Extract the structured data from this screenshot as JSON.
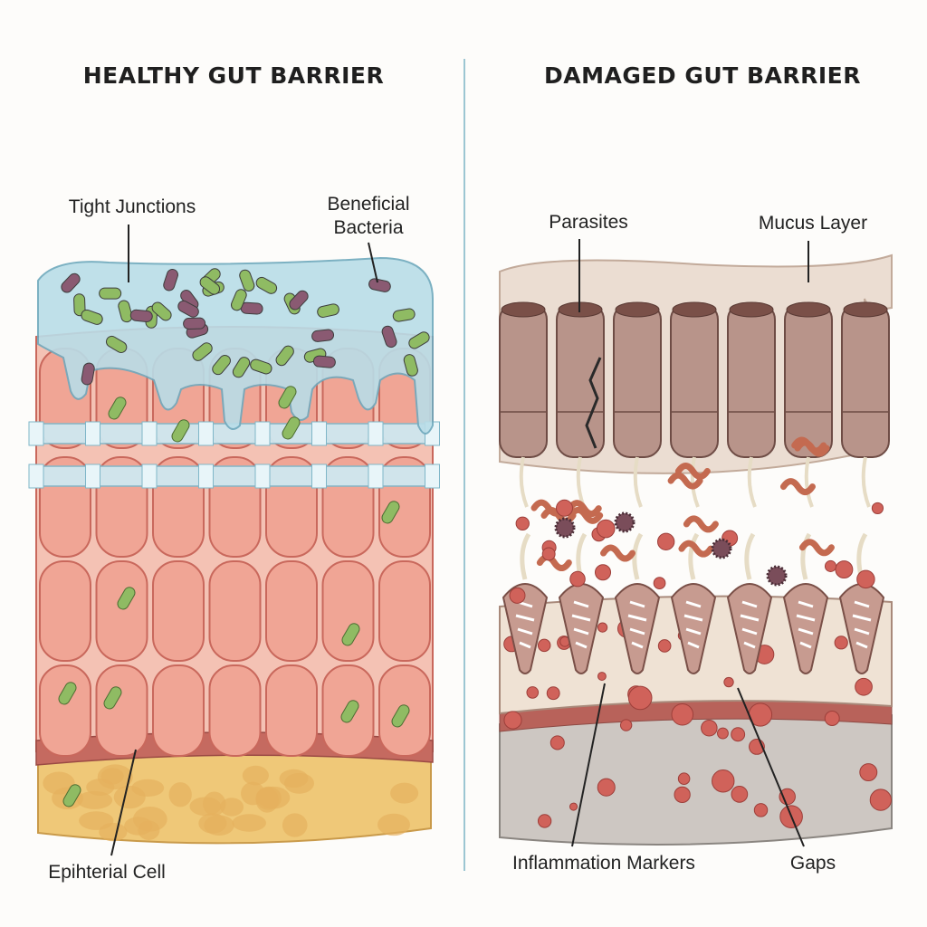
{
  "healthy": {
    "title": "HEALTHY GUT BARRIER",
    "labels": {
      "tight_junctions": "Tight Junctions",
      "beneficial_bacteria_line1": "Beneficial",
      "beneficial_bacteria_line2": "Bacteria",
      "epithelial_cell": "Epihterial Cell"
    }
  },
  "damaged": {
    "title": "DAMAGED GUT BARRIER",
    "labels": {
      "parasites": "Parasites",
      "mucus_layer": "Mucus Layer",
      "inflammation_markers": "Inflammation Markers",
      "gaps": "Gaps"
    }
  },
  "colors": {
    "cell": "#f0a595",
    "cell_stroke": "#c9685c",
    "mucus": "#b9dde8",
    "bacteria_green": "#8fbb63",
    "bacteria_purple": "#8a5a72",
    "tissue_yellow": "#efc878",
    "damaged_tube": "#b8948a",
    "inflammation_red": "#d0625a",
    "divider": "#9cc6d2"
  }
}
